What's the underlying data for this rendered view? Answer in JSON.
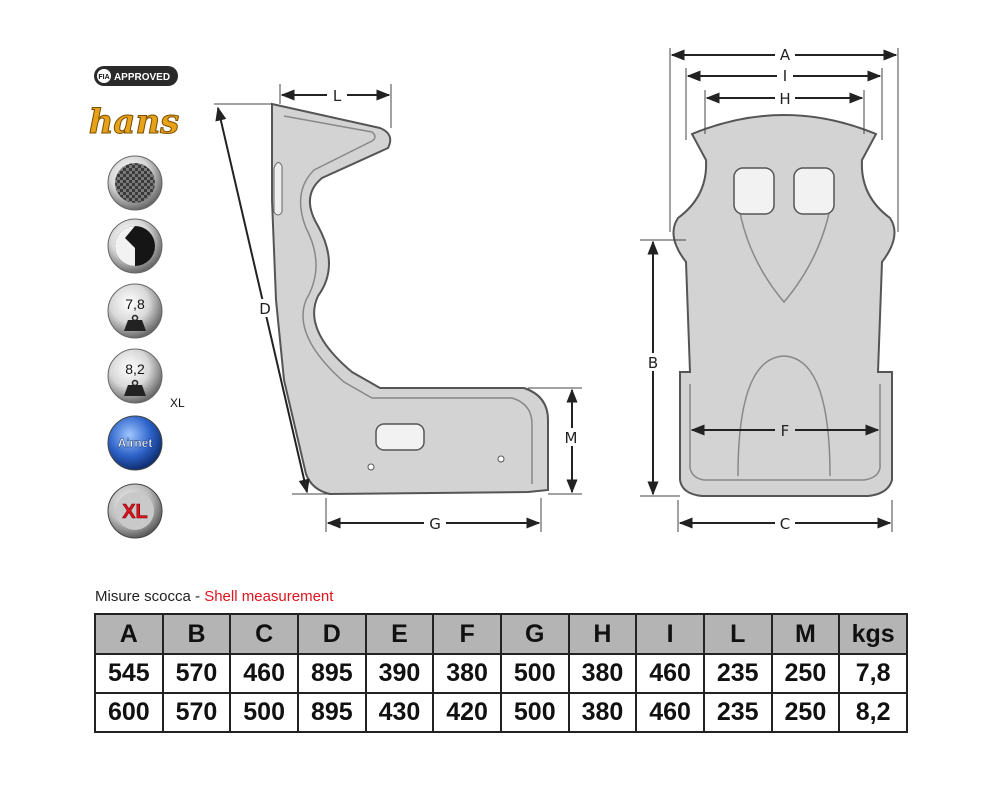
{
  "badges": {
    "fia": {
      "mark": "FIA",
      "text": "APPROVED"
    },
    "hans": "hans",
    "carbon_icon": "carbon-fiber-icon",
    "shell_icon": "half-shell-icon",
    "weight_standard": "7,8",
    "weight_xl": "8,2",
    "weight_xl_suffix": "XL",
    "airnet": "Airnet",
    "xl": "XL"
  },
  "dimensions": {
    "L": "L",
    "D": "D",
    "M": "M",
    "G": "G",
    "A": "A",
    "I": "I",
    "H": "H",
    "B": "B",
    "F": "F",
    "C": "C"
  },
  "caption": {
    "it": "Misure scocca - ",
    "en": "Shell measurement"
  },
  "table": {
    "headers": [
      "A",
      "B",
      "C",
      "D",
      "E",
      "F",
      "G",
      "H",
      "I",
      "L",
      "M",
      "kgs"
    ],
    "rows": [
      [
        "545",
        "570",
        "460",
        "895",
        "390",
        "380",
        "500",
        "380",
        "460",
        "235",
        "250",
        "7,8"
      ],
      [
        "600",
        "570",
        "500",
        "895",
        "430",
        "420",
        "500",
        "380",
        "460",
        "235",
        "250",
        "8,2"
      ]
    ]
  },
  "colors": {
    "shell_fill": "#d3d3d3",
    "outline": "#555555",
    "table_header_bg": "#b4b4b4",
    "caption_accent": "#e0141e"
  }
}
